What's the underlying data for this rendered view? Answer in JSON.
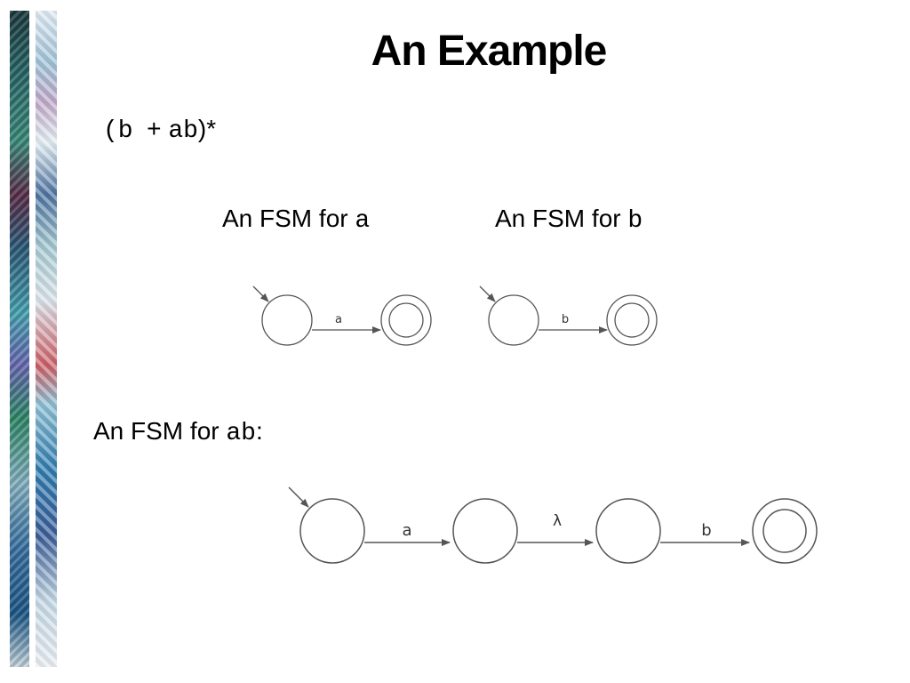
{
  "title": "An Example",
  "regex": {
    "open": "(b",
    "plus": "+",
    "ab": "ab",
    "close_star": ")*"
  },
  "fsm_a": {
    "prefix": "An FSM for ",
    "symbol": "a",
    "transitions": [
      "a"
    ]
  },
  "fsm_b": {
    "prefix": "An FSM for ",
    "symbol": "b",
    "transitions": [
      "b"
    ]
  },
  "fsm_ab": {
    "prefix": "An FSM for ",
    "symbol": "ab",
    "suffix": ":",
    "transitions": [
      "a",
      "λ",
      "b"
    ]
  },
  "colors": {
    "stroke": "#555555",
    "text": "#000000"
  }
}
